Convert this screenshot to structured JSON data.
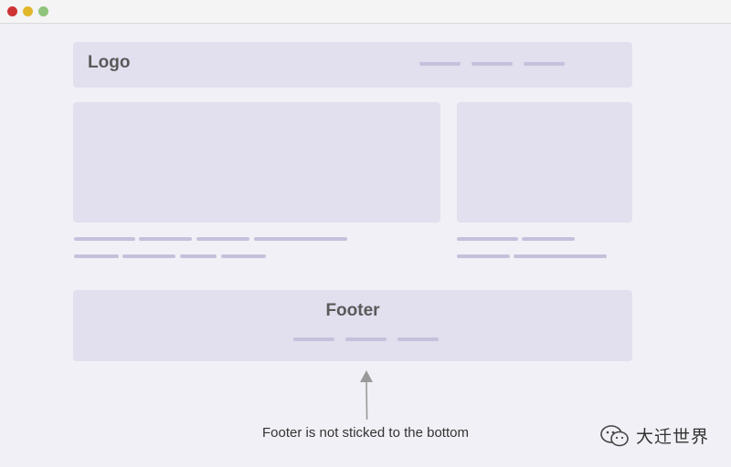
{
  "window": {
    "controls": [
      "close",
      "minimize",
      "maximize"
    ],
    "colors": {
      "close": "#cf3434",
      "minimize": "#e2b62a",
      "maximize": "#8fc47a"
    }
  },
  "header": {
    "logo_text": "Logo"
  },
  "footer": {
    "title": "Footer"
  },
  "annotation": {
    "caption": "Footer is not sticked to the bottom"
  },
  "watermark": {
    "text": "大迁世界"
  },
  "colors": {
    "background": "#f1f0f6",
    "block": "#e2dfee",
    "placeholder_line": "#c6c0dc",
    "text": "#5a5a5a"
  }
}
